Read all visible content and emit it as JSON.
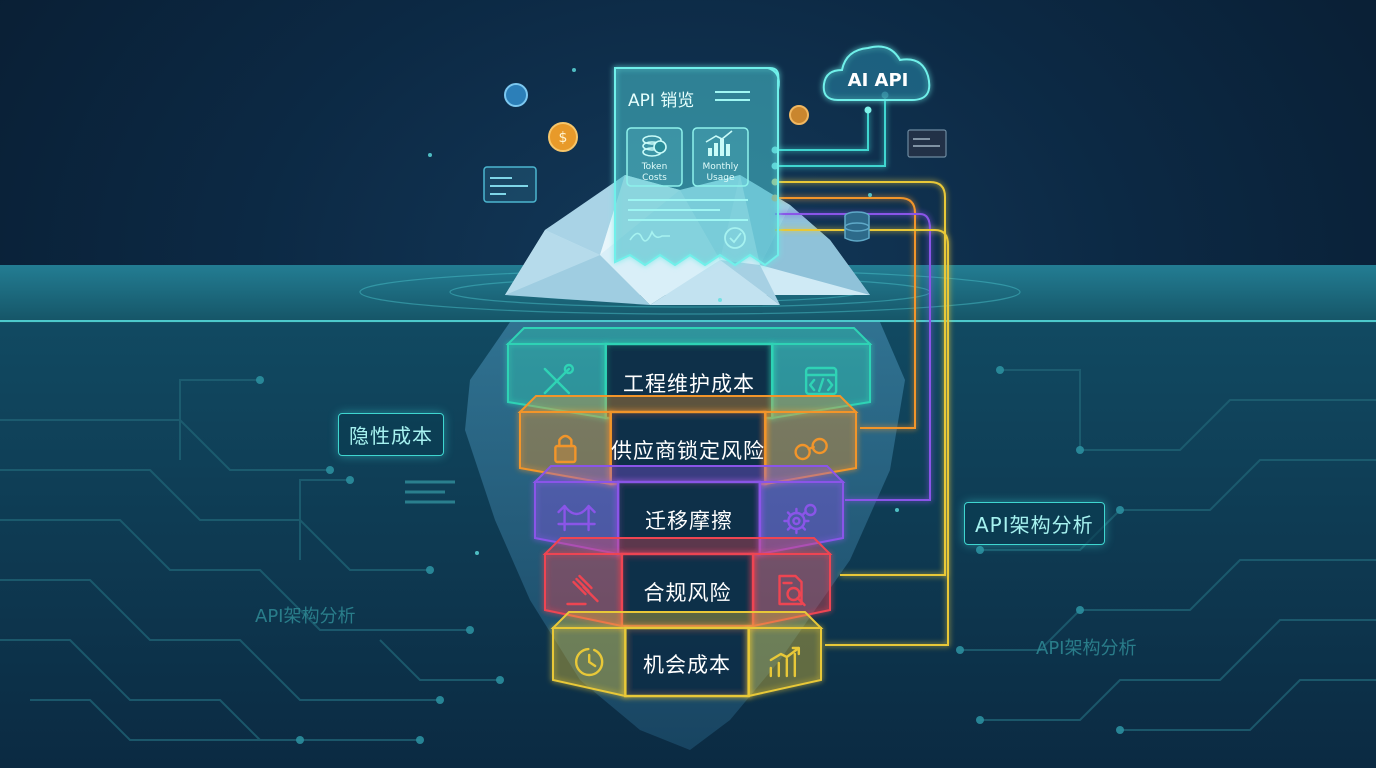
{
  "receipt": {
    "title": "API 销览",
    "tile_left": [
      "Token",
      "Costs"
    ],
    "tile_right": [
      "Monthly",
      "Usage"
    ]
  },
  "cloud_label": "AI API",
  "left_tag": "隐性成本",
  "right_tag": "API架构分析",
  "ghost_labels": [
    "API架构分析",
    "API架构分析"
  ],
  "layers": [
    {
      "label": "工程维护成本",
      "left_icon": "tools-icon",
      "right_icon": "code-window-icon",
      "color": "#2fd3b5"
    },
    {
      "label": "供应商锁定风险",
      "left_icon": "padlock-icon",
      "right_icon": "handcuffs-icon",
      "color": "#f2952a"
    },
    {
      "label": "迁移摩擦",
      "left_icon": "bridge-icon",
      "right_icon": "gears-icon",
      "color": "#8a55e8"
    },
    {
      "label": "合规风险",
      "left_icon": "gavel-icon",
      "right_icon": "document-search-icon",
      "color": "#ee4552"
    },
    {
      "label": "机会成本",
      "left_icon": "clock-icon",
      "right_icon": "growth-chart-icon",
      "color": "#e8c838"
    }
  ],
  "colors": {
    "water": "#1c6f86",
    "ice": "#cfeaf5",
    "glow": "#3fd6d0",
    "circuit": "#1f5c6c"
  }
}
